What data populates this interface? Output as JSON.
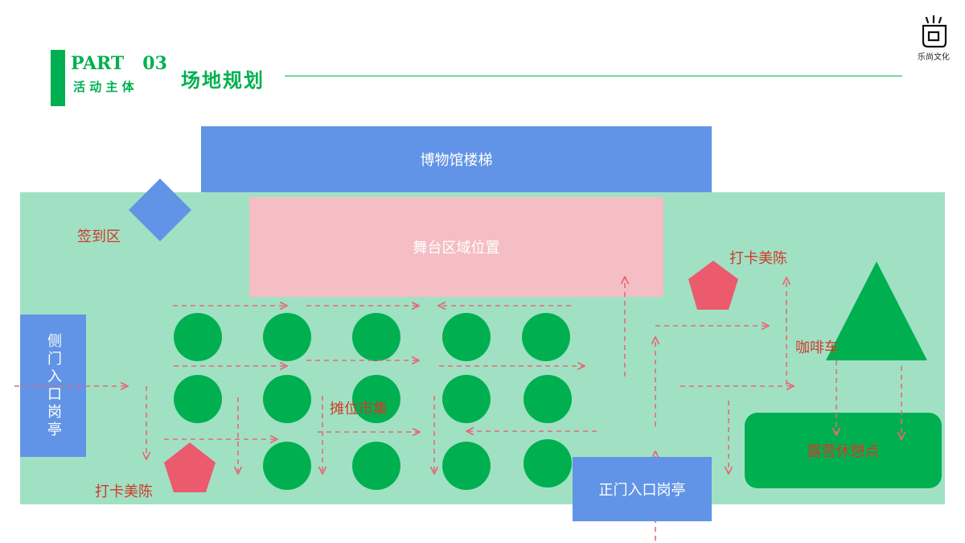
{
  "header": {
    "part_title": "PART   03",
    "part_subtitle": "活 动 主 体",
    "page_title": "场地规划",
    "accent_color": "#00b050",
    "rule_color": "#00b050"
  },
  "logo": {
    "icon": "lecheng-logo-icon",
    "caption": "乐尚文化"
  },
  "map": {
    "museum_stairs": "博物馆楼梯",
    "stage_area": "舞台区域位置",
    "side_gate": "侧门入口岗亭",
    "main_gate": "正门入口岗亭",
    "camping_area": "露营休憩点",
    "sign_in": "签到区",
    "photo_spot_1": "打卡美陈",
    "photo_spot_2": "打卡美陈",
    "coffee_truck": "咖啡车",
    "stall_market": "摊位市集"
  },
  "colors": {
    "venue_bg": "#a0e1c4",
    "blue": "#6194e6",
    "pink": "#f4bec4",
    "green": "#00b050",
    "red_shape": "#ec5a6e",
    "red_text": "#d13a2a",
    "arrow": "#e56a74",
    "white_text": "#ffffff"
  }
}
